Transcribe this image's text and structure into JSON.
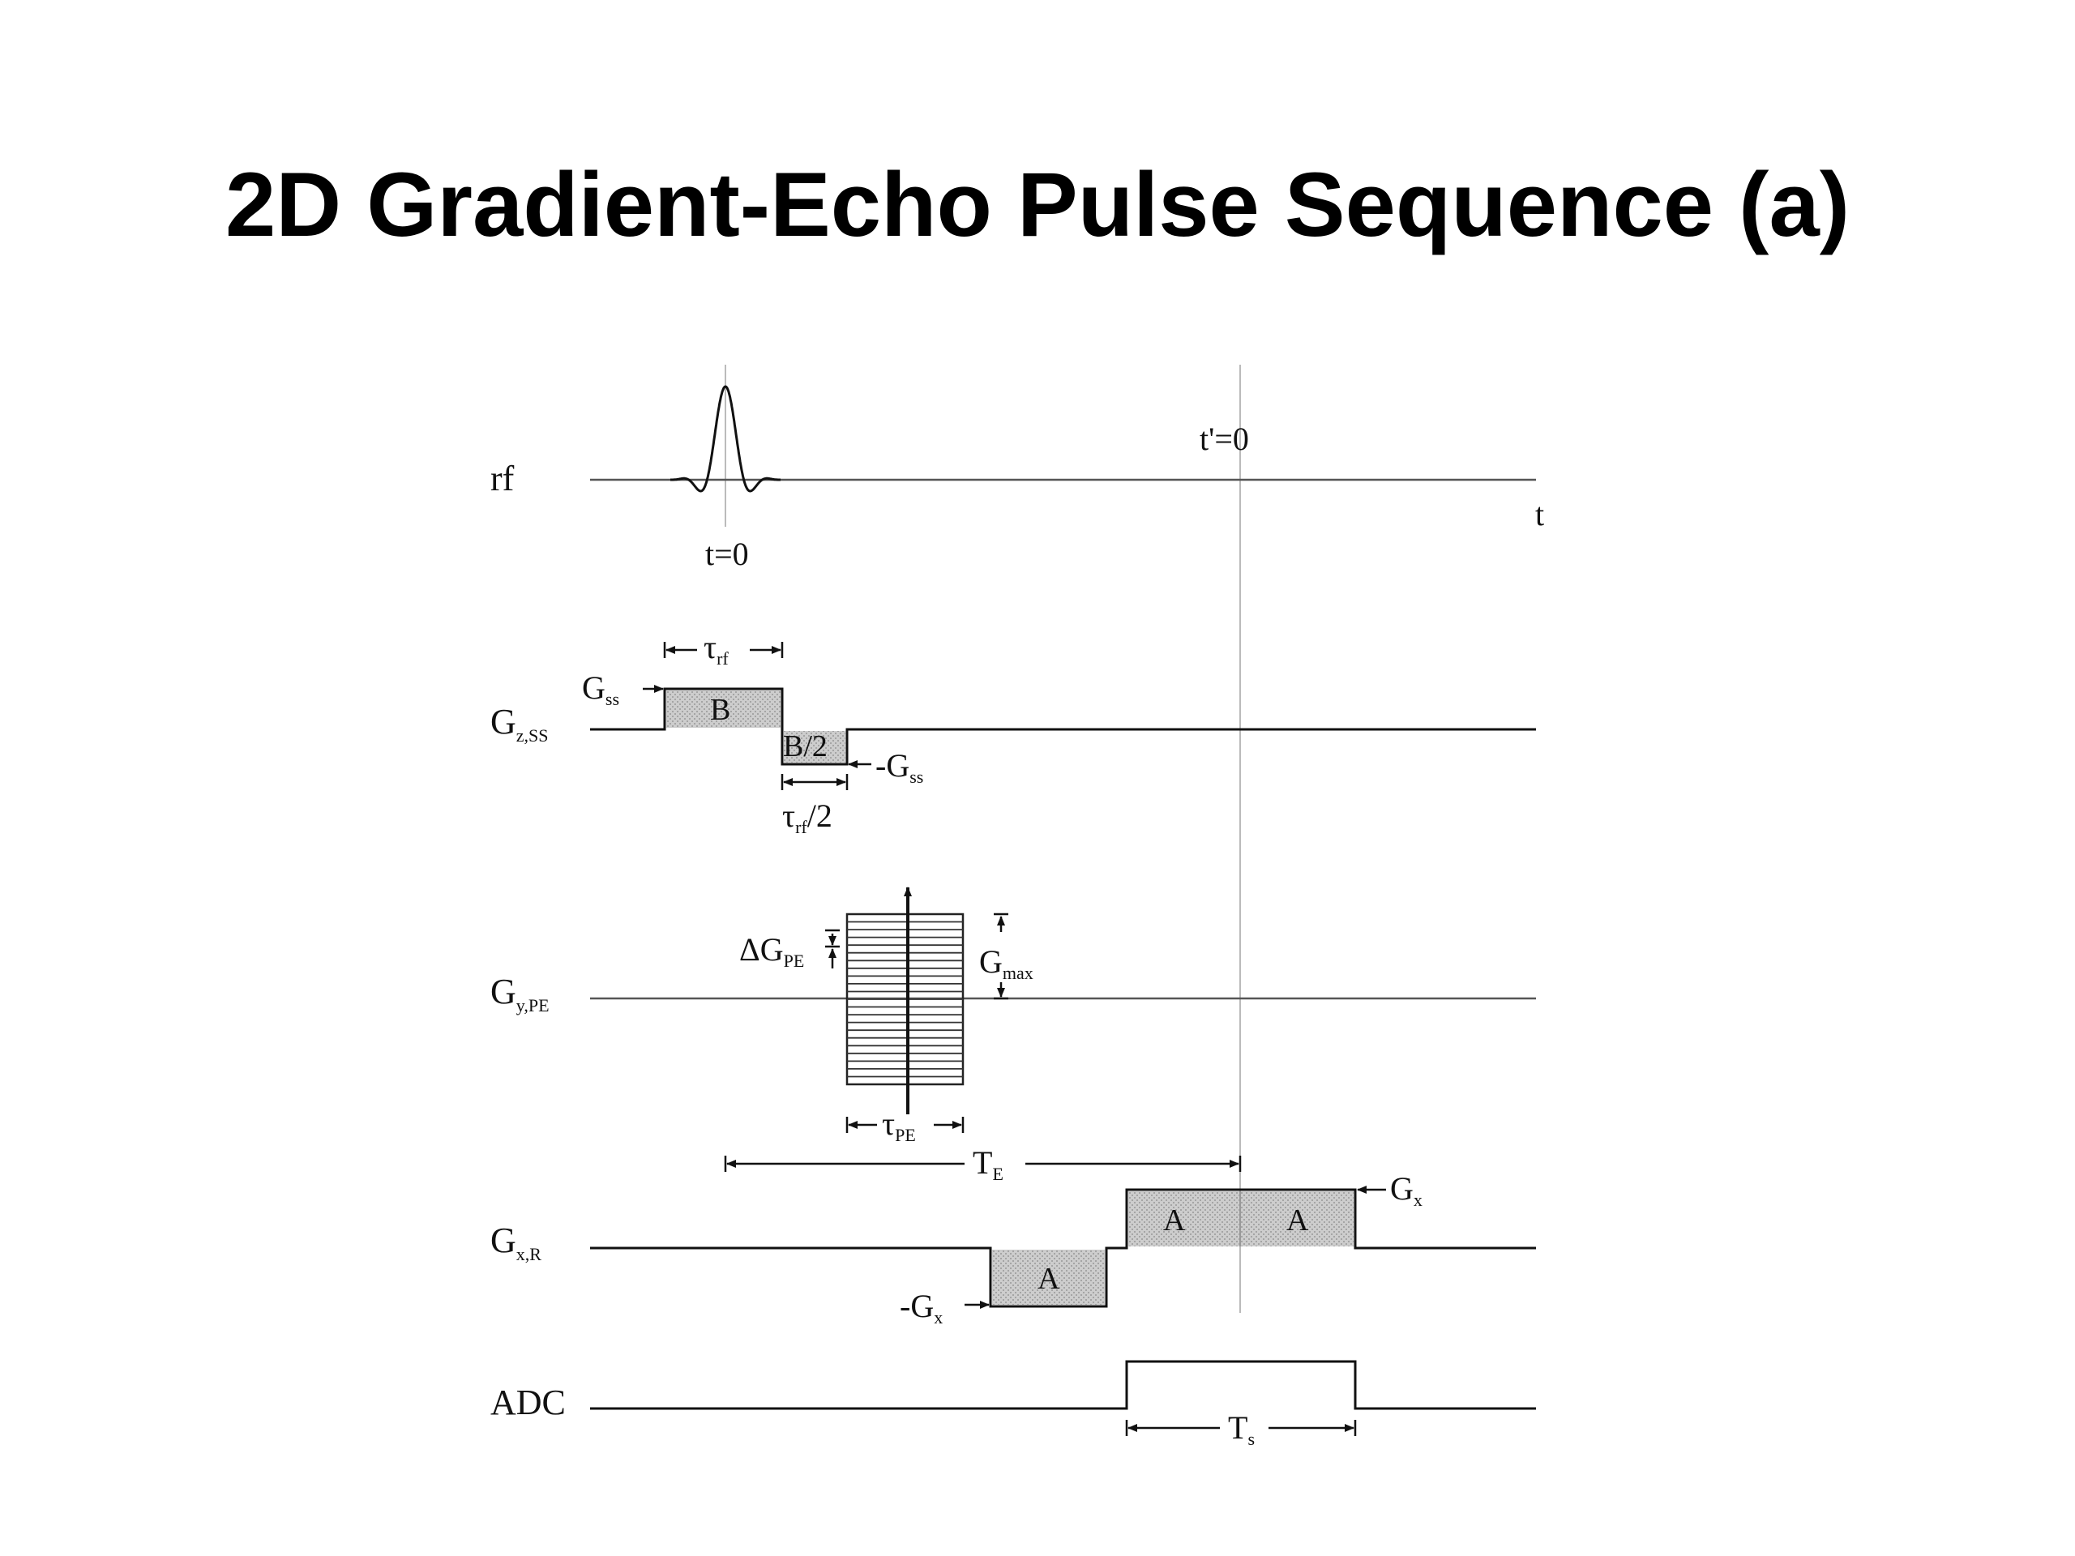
{
  "title": "2D Gradient-Echo Pulse Sequence (a)",
  "rows": {
    "rf": {
      "label": "rf"
    },
    "gz": {
      "label": "G",
      "sub": "z,SS"
    },
    "gy": {
      "label": "G",
      "sub": "y,PE"
    },
    "gx": {
      "label": "G",
      "sub": "x,R"
    },
    "adc": {
      "label": "ADC"
    }
  },
  "annotations": {
    "t0": "t=0",
    "tprime0": "t'=0",
    "t_axis": "t",
    "tau_rf": {
      "main": "τ",
      "sub": "rf"
    },
    "tau_rf_half": {
      "main": "τ",
      "sub": "rf",
      "tail": "/2"
    },
    "g_ss": {
      "main": "G",
      "sub": "ss"
    },
    "neg_g_ss": {
      "main": "-G",
      "sub": "ss"
    },
    "lobe_b": "B",
    "lobe_b_half": "B/2",
    "delta_g_pe": {
      "main": "ΔG",
      "sub": "PE"
    },
    "g_max": {
      "main": "G",
      "sub": "max"
    },
    "tau_pe": {
      "main": "τ",
      "sub": "PE"
    },
    "t_e": {
      "main": "T",
      "sub": "E"
    },
    "g_x": {
      "main": "G",
      "sub": "x"
    },
    "neg_g_x": {
      "main": "-G",
      "sub": "x"
    },
    "lobe_a_neg": "A",
    "lobe_a_1": "A",
    "lobe_a_2": "A",
    "t_s": {
      "main": "T",
      "sub": "s"
    }
  }
}
